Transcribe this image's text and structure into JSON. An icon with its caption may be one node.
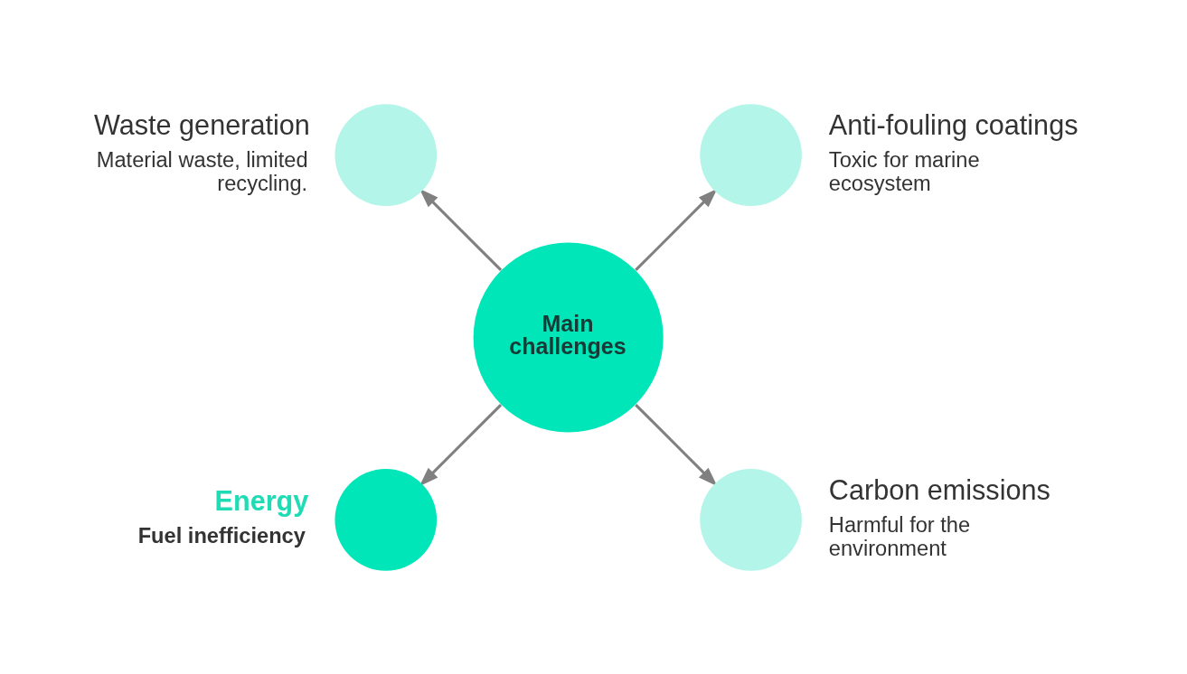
{
  "diagram": {
    "nodes": [
      {
        "text": [
          "Waste generation",
          "Material waste, limited recycling."
        ]
      },
      {
        "text": [
          "Anti-fouling coatings",
          "Toxic for marine ecosystem"
        ]
      },
      {
        "text": [
          "Main challenges"
        ]
      },
      {
        "text": [
          "Energy",
          "Fuel inefficiency"
        ]
      },
      {
        "text": [
          "Carbon emissions",
          "Harmful for the environment"
        ]
      }
    ],
    "edges": [
      {
        "from": 2,
        "to": 0,
        "arrow": "to"
      },
      {
        "from": 2,
        "to": 1,
        "arrow": "to"
      },
      {
        "from": 2,
        "to": 3,
        "arrow": "to"
      },
      {
        "from": 2,
        "to": 4,
        "arrow": "to"
      }
    ]
  }
}
